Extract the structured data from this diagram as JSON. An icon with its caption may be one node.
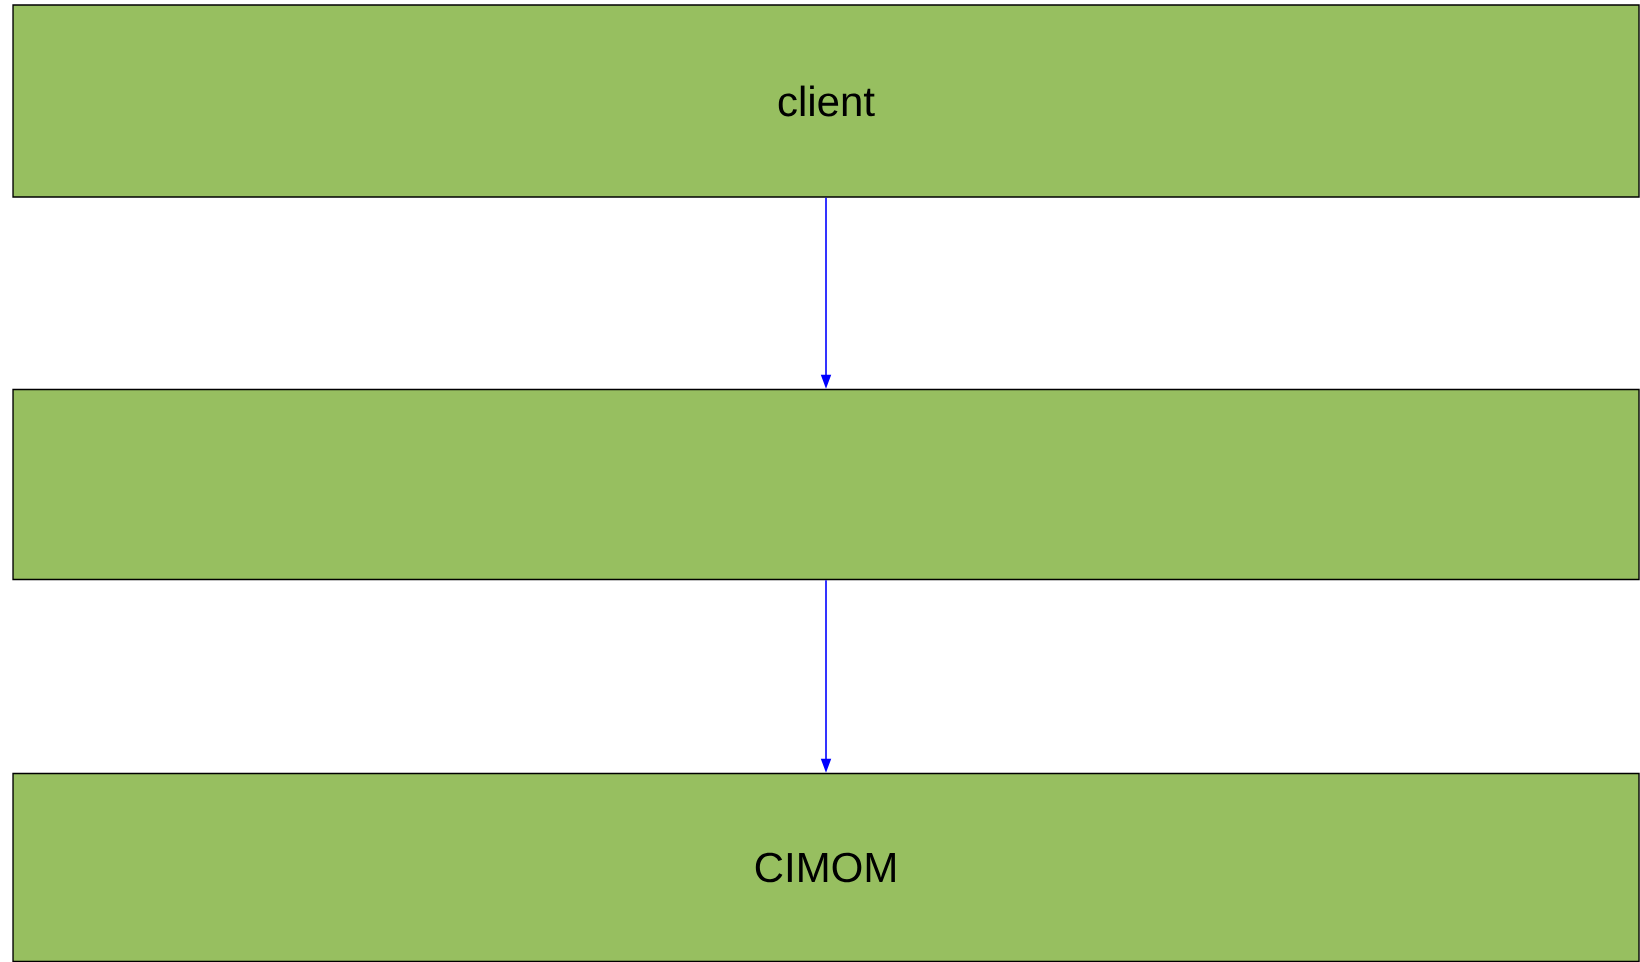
{
  "diagram": {
    "nodes": [
      {
        "text": [
          "client"
        ]
      },
      {
        "text": [],
        "shape": "box"
      },
      {
        "text": [
          "CIMOM"
        ]
      }
    ],
    "edges": [
      {
        "from": 0,
        "to": 1,
        "arrow": "to",
        "color": "#0000ff"
      },
      {
        "from": 1,
        "to": 2,
        "arrow": "to",
        "color": "#0000ff"
      }
    ]
  }
}
